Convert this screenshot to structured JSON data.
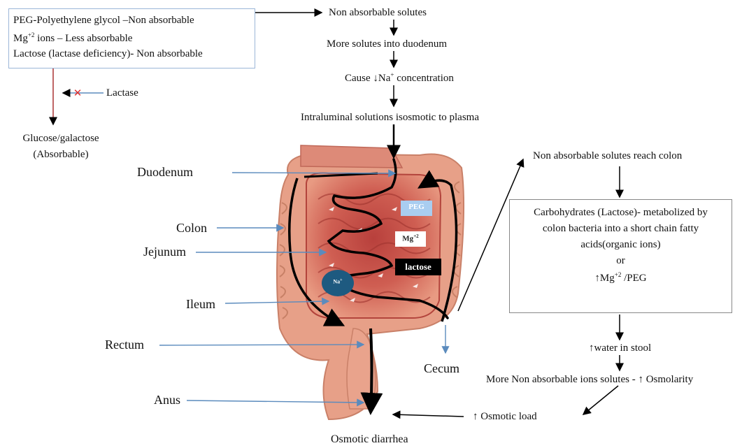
{
  "top_box": {
    "line1": "PEG-Polyethylene glycol –Non absorbable",
    "line2_pre": "Mg",
    "line2_sup": "+2",
    "line2_post": " ions – Less absorbable",
    "line3": "Lactose (lactase deficiency)- Non absorbable"
  },
  "lactase_label": "Lactase",
  "glucose": {
    "line1": "Glucose/galactose",
    "line2": "(Absorbable)"
  },
  "flow_center": [
    "Non absorbable solutes",
    "More solutes into duodenum",
    "Intraluminal solutions isosmotic to plasma"
  ],
  "cause": {
    "pre": "Cause  ↓Na",
    "sup": "+",
    "post": " concentration"
  },
  "anatomy": {
    "duodenum": "Duodenum",
    "colon": "Colon",
    "jejunum": "Jejunum",
    "ileum": "Ileum",
    "rectum": "Rectum",
    "anus": "Anus",
    "cecum": "Cecum"
  },
  "gut_tags": {
    "peg": "PEG",
    "mg_pre": "Mg",
    "mg_sup": "+2",
    "lactose": "lactose",
    "na_pre": "Na",
    "na_sup": "+"
  },
  "right_flow": {
    "reach_colon": "Non absorbable solutes reach colon",
    "box_line1": "Carbohydrates (Lactose)- metabolized by",
    "box_line2": "colon bacteria into a short chain fatty",
    "box_line3": "acids(organic ions)",
    "box_line4": "or",
    "box_line5_pre": "↑Mg",
    "box_line5_sup": "+2",
    "box_line5_post": " /PEG",
    "water": "↑water in stool",
    "more_ions": "More Non absorbable ions solutes - ↑ Osmolarity",
    "osmotic_load": "↑  Osmotic load"
  },
  "footer": "Osmotic diarrhea",
  "colors": {
    "blue_arrow": "#5b8bbd",
    "peg_fill": "#a9cdf0",
    "na_fill": "#1e5a80",
    "lactose_fill": "#000000",
    "mg_fill": "#ffffff",
    "gut_base": "#e8a188",
    "gut_dark": "#c0504a",
    "cross": "#e03030"
  }
}
